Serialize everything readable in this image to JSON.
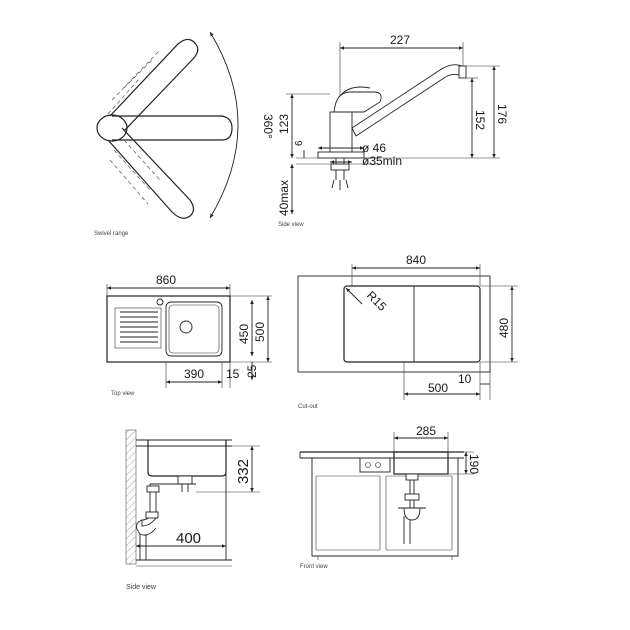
{
  "panels": {
    "swivel": {
      "caption": "Swivel range",
      "angle": "360°"
    },
    "tap_side": {
      "caption": "Side view",
      "dim_reach": "227",
      "dim_height_total": "176",
      "dim_spout_height": "152",
      "dim_body_height": "123",
      "dim_offset": "6",
      "dim_base_diameter": "ø 46",
      "dim_hole_diameter": "ø35min",
      "dim_max_thickness": "40max"
    },
    "top": {
      "caption": "Top view",
      "dim_width": "860",
      "dim_depth": "500",
      "dim_bowl_depth": "450",
      "dim_bowl_width": "390",
      "dim_edge": "15",
      "dim_edge2": "25"
    },
    "cutout": {
      "caption": "Cut-out",
      "dim_width": "840",
      "dim_depth": "480",
      "dim_radius": "R15",
      "dim_bowl_width": "500",
      "dim_edge": "10"
    },
    "side": {
      "caption": "Side view",
      "dim_depth": "332",
      "dim_trap": "400"
    },
    "front": {
      "caption": "Front view",
      "dim_bowl": "285",
      "dim_height": "190"
    }
  }
}
